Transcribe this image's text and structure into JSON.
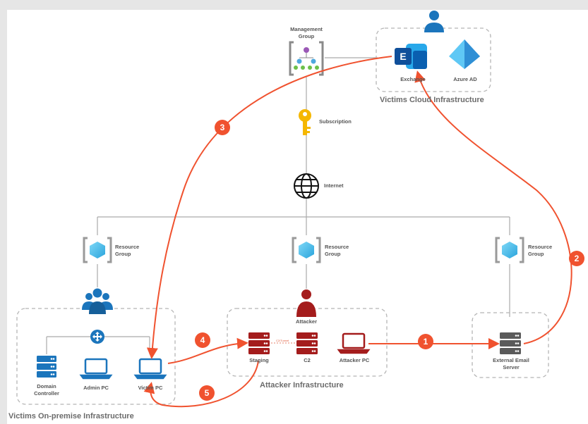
{
  "nodes": {
    "management_group": "Management\nGroup",
    "exchange": "Exchange",
    "azure_ad": "Azure AD",
    "subscription": "Subscription",
    "internet": "Internet",
    "resource_group_left": "Resource\nGroup",
    "resource_group_mid": "Resource\nGroup",
    "resource_group_right": "Resource\nGroup",
    "attacker": "Attacker",
    "domain_controller": "Domain\nController",
    "admin_pc": "Admin PC",
    "victim_pc": "Victim PC",
    "staging": "Staging",
    "c2": "C2",
    "attacker_pc": "Attacker PC",
    "external_email_server": "External Email\nServer",
    "tunnel_label": "C2/Tunnel"
  },
  "groups": {
    "cloud": "Victims Cloud Infrastructure",
    "on_premise": "Victims On-premise Infrastructure",
    "attacker": "Attacker Infrastructure"
  },
  "steps": [
    "1",
    "2",
    "3",
    "4",
    "5"
  ],
  "colors": {
    "arrow": "#f0522f",
    "icon_blue": "#1b75bc",
    "server_dark": "#5a5a5a",
    "attacker_red": "#a41c1c"
  }
}
